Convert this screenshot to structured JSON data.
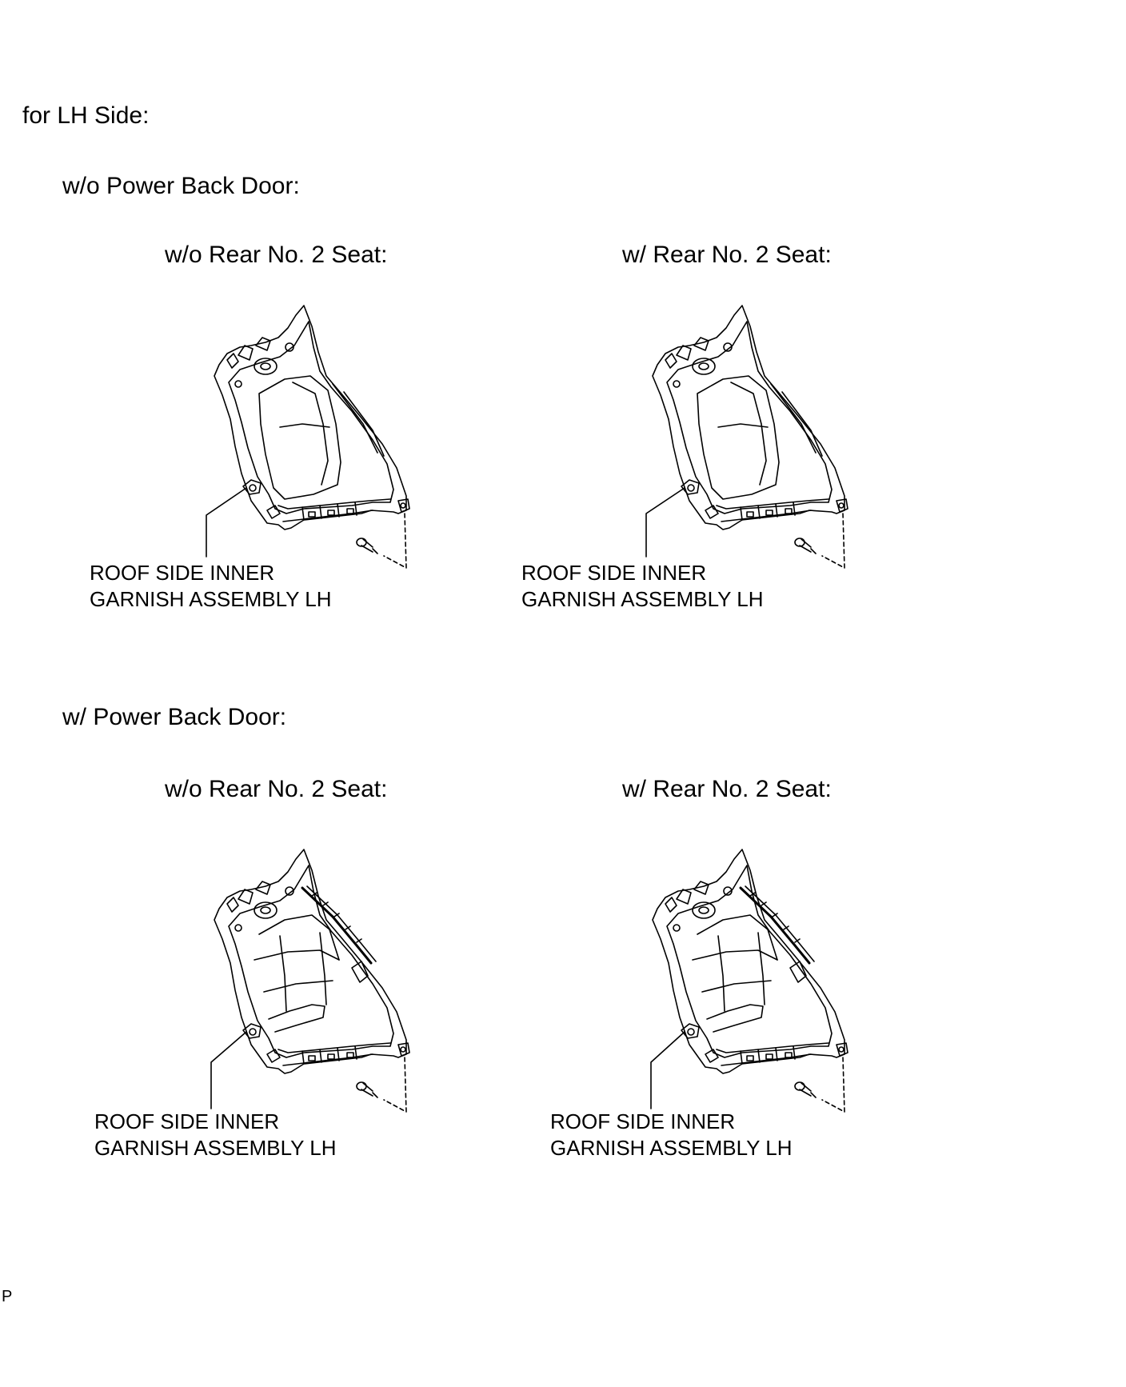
{
  "heading": "for LH Side:",
  "sections": [
    {
      "title": "w/o Power Back Door:",
      "variants": [
        {
          "title": "w/o Rear No. 2 Seat:",
          "label_line1": "ROOF SIDE INNER",
          "label_line2": "GARNISH ASSEMBLY LH"
        },
        {
          "title": "w/ Rear No. 2 Seat:",
          "label_line1": "ROOF SIDE INNER",
          "label_line2": "GARNISH ASSEMBLY LH"
        }
      ]
    },
    {
      "title": "w/ Power Back Door:",
      "variants": [
        {
          "title": "w/o Rear No. 2 Seat:",
          "label_line1": "ROOF SIDE INNER",
          "label_line2": "GARNISH ASSEMBLY LH"
        },
        {
          "title": "w/ Rear No. 2 Seat:",
          "label_line1": "ROOF SIDE INNER",
          "label_line2": "GARNISH ASSEMBLY LH"
        }
      ]
    }
  ],
  "figure_ref": "P",
  "colors": {
    "line": "#000000",
    "background": "#ffffff"
  },
  "icons": [
    "garnish-assembly-illustration",
    "clip-icon"
  ]
}
